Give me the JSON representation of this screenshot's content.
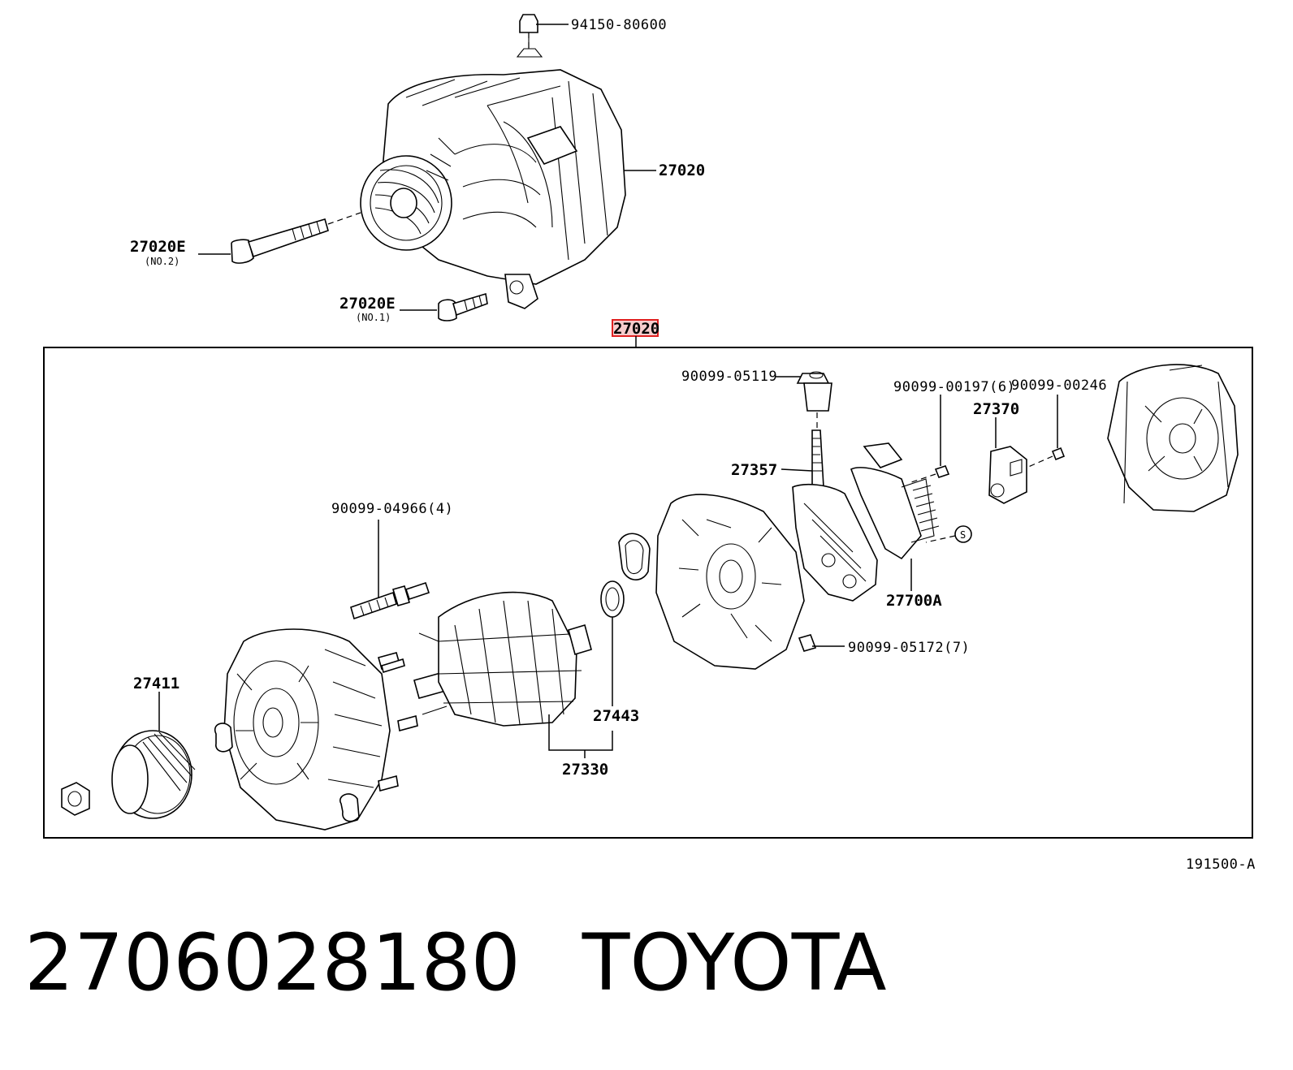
{
  "labels": {
    "l94150": "94150-80600",
    "l27020_top": "27020",
    "l27020e_no2": "27020E",
    "l27020e_no2_sub": "(NO.2)",
    "l27020e_no1": "27020E",
    "l27020e_no1_sub": "(NO.1)",
    "l27020_box": "27020",
    "l90099_05119": "90099-05119",
    "l90099_00197": "90099-00197(6)",
    "l90099_00246": "90099-00246",
    "l27370": "27370",
    "l27357": "27357",
    "l90099_04966": "90099-04966(4)",
    "l27700a": "27700A",
    "l90099_05172": "90099-05172(7)",
    "l27411": "27411",
    "l27443": "27443",
    "l27330": "27330",
    "l_s": "S",
    "l_fig": "191500-A"
  },
  "caption": {
    "part_number": "2706028180",
    "brand": "TOYOTA"
  },
  "colors": {
    "line": "#000000",
    "highlight": "#e02020",
    "highlight_fill": "#f6cccc"
  }
}
